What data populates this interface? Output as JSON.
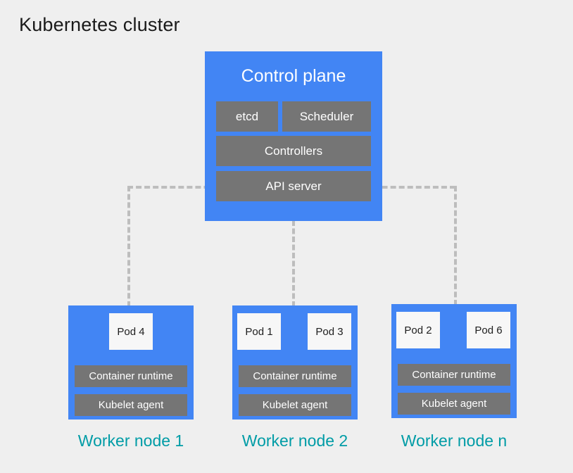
{
  "title": "Kubernetes cluster",
  "colors": {
    "background": "#EFEFEF",
    "node_blue": "#4285F4",
    "component_gray": "#757575",
    "pod_white": "#F7F7F7",
    "label_teal": "#009CA6",
    "connector_gray": "#BDBDBD",
    "title_black": "#1A1A1A"
  },
  "control_plane": {
    "title": "Control plane",
    "components": [
      {
        "label": "etcd"
      },
      {
        "label": "Scheduler"
      },
      {
        "label": "Controllers"
      },
      {
        "label": "API server"
      }
    ]
  },
  "worker_nodes": [
    {
      "label": "Worker node 1",
      "pods": [
        {
          "label": "Pod 4"
        }
      ],
      "components": [
        {
          "label": "Container runtime"
        },
        {
          "label": "Kubelet agent"
        }
      ]
    },
    {
      "label": "Worker node 2",
      "pods": [
        {
          "label": "Pod 1"
        },
        {
          "label": "Pod 3"
        }
      ],
      "components": [
        {
          "label": "Container runtime"
        },
        {
          "label": "Kubelet agent"
        }
      ]
    },
    {
      "label": "Worker node n",
      "pods": [
        {
          "label": "Pod 2"
        },
        {
          "label": "Pod 6"
        }
      ],
      "components": [
        {
          "label": "Container runtime"
        },
        {
          "label": "Kubelet agent"
        }
      ]
    }
  ]
}
